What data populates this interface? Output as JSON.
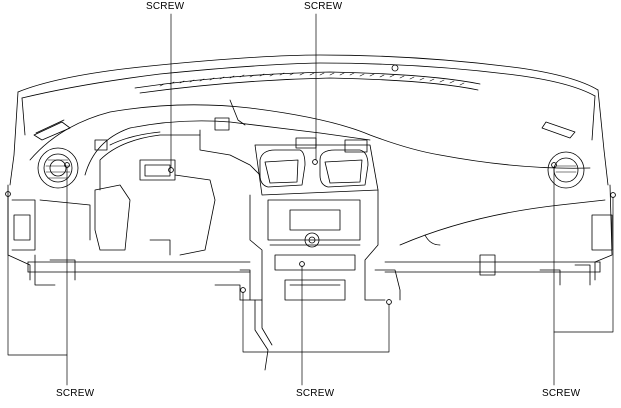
{
  "labels": {
    "top_left": "SCREW",
    "top_right": "SCREW",
    "bottom_left": "SCREW",
    "bottom_center": "SCREW",
    "bottom_right": "SCREW"
  },
  "colors": {
    "line": "#000000",
    "background": "#ffffff"
  }
}
